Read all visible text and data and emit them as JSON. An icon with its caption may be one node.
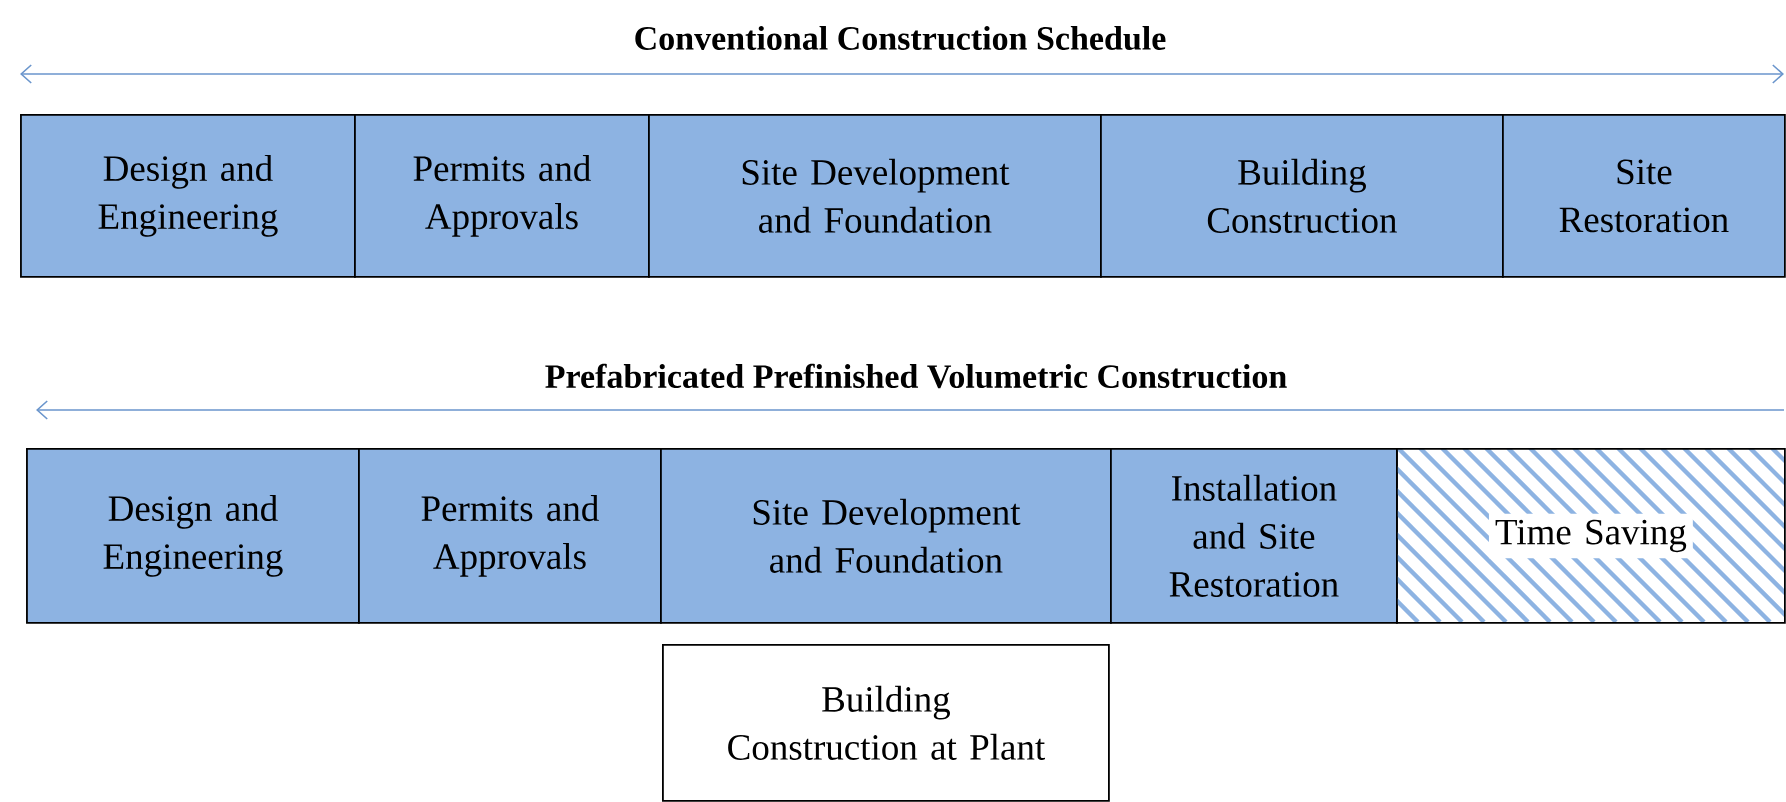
{
  "diagram": {
    "nodes": [
      {
        "text": [
          "Design and Engineering"
        ]
      },
      {
        "text": [
          "Permits and Approvals"
        ]
      },
      {
        "text": [
          "Site Development and Foundation"
        ]
      },
      {
        "text": [
          "Building Construction"
        ]
      },
      {
        "text": [
          "Site Restoration"
        ]
      },
      {
        "text": [
          "Design and Engineering"
        ]
      },
      {
        "text": [
          "Permits and Approvals"
        ]
      },
      {
        "text": [
          "Site Development and Foundation"
        ]
      },
      {
        "text": [
          "Installation and Site Restoration"
        ]
      },
      {
        "text": [
          "Time Saving"
        ]
      },
      {
        "text": [
          "Building Construction at Plant"
        ]
      }
    ],
    "edges": [],
    "labels": [
      "Conventional Construction Schedule",
      "Prefabricated Prefinished Volumetric Construction"
    ]
  }
}
